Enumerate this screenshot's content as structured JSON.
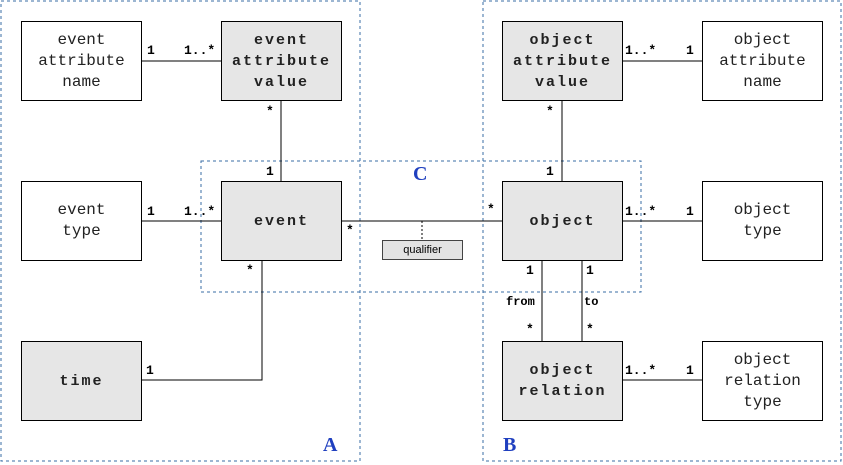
{
  "regions": {
    "a": "A",
    "b": "B",
    "c": "C"
  },
  "entities": {
    "event": "event",
    "event_attribute_value": "event\nattribute\nvalue",
    "time": "time",
    "object": "object",
    "object_attribute_value": "object\nattribute\nvalue",
    "object_relation": "object\nrelation"
  },
  "attributes": {
    "event_attribute_name": "event\nattribute\nname",
    "event_type": "event\ntype",
    "object_attribute_name": "object\nattribute\nname",
    "object_type": "object\ntype",
    "object_relation_type": "object\nrelation\ntype"
  },
  "qualifier": "qualifier",
  "roles": {
    "from": "from",
    "to": "to"
  },
  "multiplicities": {
    "ean_one": "1",
    "eav_many": "1..*",
    "eav_star_bottom": "*",
    "event_one_top": "1",
    "et_one": "1",
    "event_many_left": "1..*",
    "event_star_right": "*",
    "object_star_left": "*",
    "event_star_bottom": "*",
    "time_one": "1",
    "oav_many": "1..*",
    "oan_one": "1",
    "oav_star_bottom": "*",
    "object_one_top": "1",
    "object_many_right": "1..*",
    "ot_one": "1",
    "from_one": "1",
    "to_one": "1",
    "from_star": "*",
    "to_star": "*",
    "or_many": "1..*",
    "ort_one": "1"
  },
  "colors": {
    "entity_fill": "#e6e6e6",
    "region_label": "#1f3fbf",
    "dashed_border": "#3a6ea5"
  }
}
